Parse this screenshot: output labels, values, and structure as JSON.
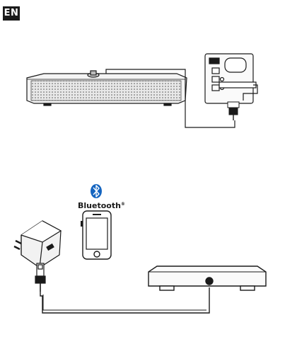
{
  "header": {
    "language_badge": "EN"
  },
  "pairing": {
    "bluetooth_label": "Bluetooth",
    "trademark": "®"
  },
  "icons": [
    "soundbar",
    "tv-rear-panel",
    "optical-cable",
    "bluetooth-icon",
    "smartphone",
    "usb-power-adapter",
    "usb-cable"
  ],
  "colors": {
    "ink": "#1a1a1a",
    "bluetooth_blue": "#1565c0"
  }
}
